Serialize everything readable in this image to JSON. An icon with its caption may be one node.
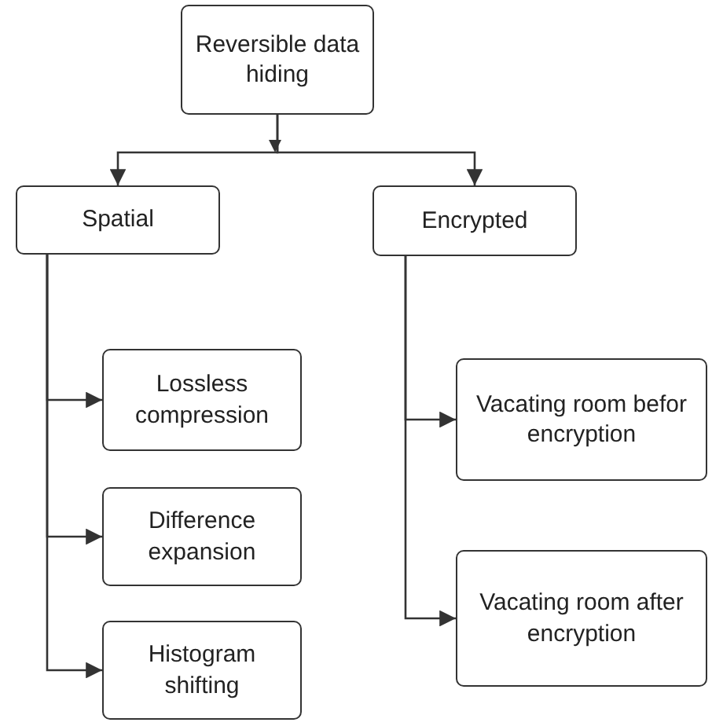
{
  "diagram": {
    "nodes": [
      {
        "text": [
          "Reversible data hiding"
        ]
      },
      {
        "text": [
          "Spatial"
        ]
      },
      {
        "text": [
          "Encrypted"
        ]
      },
      {
        "text": [
          "Lossless compression"
        ]
      },
      {
        "text": [
          "Difference expansion"
        ]
      },
      {
        "text": [
          "Histogram shifting"
        ]
      },
      {
        "text": [
          "Vacating room befor encryption"
        ]
      },
      {
        "text": [
          "Vacating room after encryption"
        ]
      }
    ],
    "edges": [
      {
        "from": 0,
        "to": 1,
        "arrow": "to"
      },
      {
        "from": 0,
        "to": 2,
        "arrow": "to"
      },
      {
        "from": 1,
        "to": 3,
        "arrow": "to"
      },
      {
        "from": 1,
        "to": 4,
        "arrow": "to"
      },
      {
        "from": 1,
        "to": 5,
        "arrow": "to"
      },
      {
        "from": 2,
        "to": 6,
        "arrow": "to"
      },
      {
        "from": 2,
        "to": 7,
        "arrow": "to"
      }
    ]
  }
}
